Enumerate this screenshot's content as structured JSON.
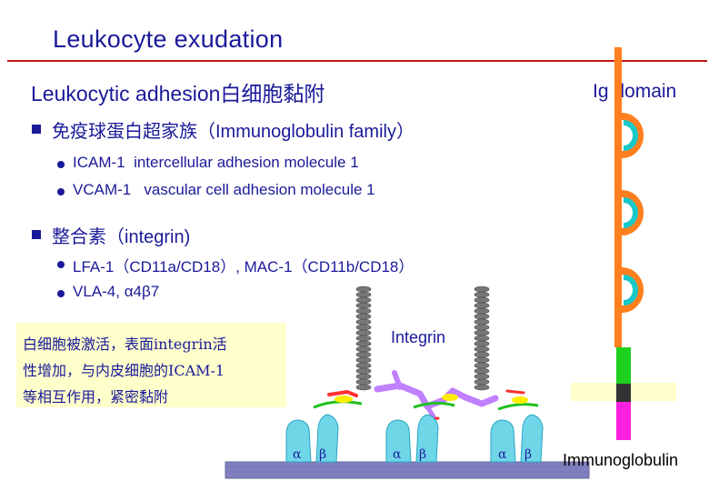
{
  "title": "Leukocyte exudation",
  "subtitle": "Leukocytic adhesion白细胞黏附",
  "ig_domain_label": "Ig domain",
  "sections": [
    {
      "heading": "免疫球蛋白超家族（Immunoglobulin family）",
      "items": [
        {
          "name": "ICAM-1",
          "desc": "intercellular adhesion molecule 1"
        },
        {
          "name": "VCAM-1",
          "desc": "vascular cell adhesion molecule 1"
        }
      ]
    },
    {
      "heading": "整合素（integrin)",
      "items": [
        {
          "name": "LFA-1（CD11a/CD18）, MAC-1（CD11b/CD18）",
          "desc": ""
        },
        {
          "name": "VLA-4, α4β7",
          "desc": ""
        }
      ]
    }
  ],
  "note_lines": [
    "白细胞被激活，表面integrin活",
    "性增加，与内皮细胞的ICAM-1",
    "等相互作用，紧密黏附"
  ],
  "integrin_label": "Integrin",
  "immunoglobulin_label": "Immunoglobulin",
  "subunits": [
    {
      "alpha": "α",
      "beta": "β"
    },
    {
      "alpha": "α",
      "beta": "β"
    },
    {
      "alpha": "α",
      "beta": "β"
    }
  ],
  "colors": {
    "heading_text": "#1a1a99",
    "title_rule": "#c81414",
    "ig_stem": "#ff7f1e",
    "ig_loop_inner": "#19c8c8",
    "ig_transmembrane": "#1fd11f",
    "ig_cytoplasmic": "#ff1fe0",
    "membrane_band": "#ffffcc",
    "note_background": "#ffffcc",
    "cell_surface": "#8080c0",
    "integrin_subunit": "#6fd6e8",
    "ligand_purple": "#c080ff"
  }
}
